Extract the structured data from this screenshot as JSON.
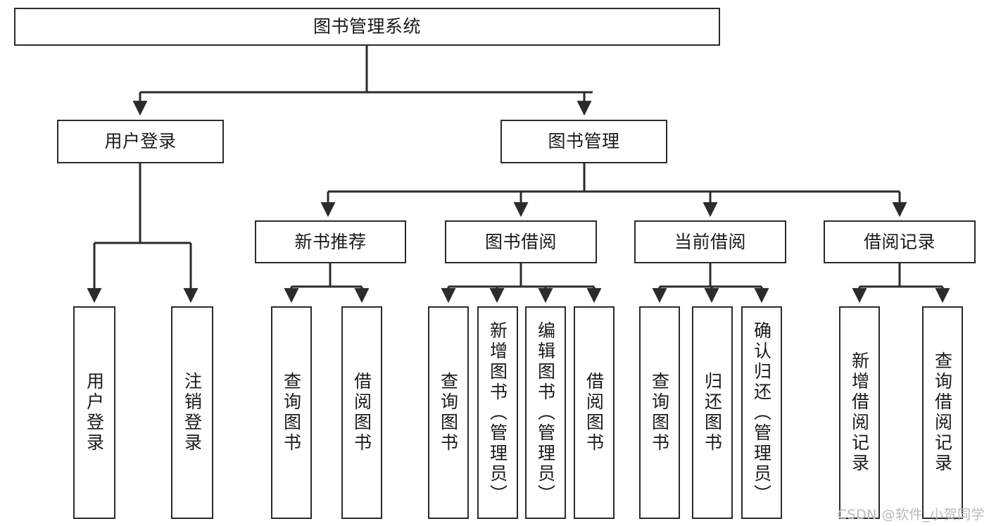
{
  "diagram": {
    "title": "图书管理系统",
    "type": "tree-hierarchy",
    "watermark": "CSDN @软件_小贺同学",
    "colors": {
      "box_border": "#2b2b2b",
      "box_fill": "#ffffff",
      "connector": "#2b2b2b",
      "text": "#1a1a1a",
      "watermark": "#b9b9b9",
      "background": "#ffffff"
    }
  },
  "nodes": {
    "root": {
      "label": "图书管理系统"
    },
    "level2": [
      {
        "id": "user-login",
        "label": "用户登录"
      },
      {
        "id": "book-manage",
        "label": "图书管理"
      }
    ],
    "level3": [
      {
        "id": "new-book-recommend",
        "label": "新书推荐"
      },
      {
        "id": "book-borrow",
        "label": "图书借阅"
      },
      {
        "id": "current-borrow",
        "label": "当前借阅"
      },
      {
        "id": "borrow-record",
        "label": "借阅记录"
      }
    ],
    "leaves": [
      {
        "id": "leaf-user-login",
        "label": "用户登录",
        "parent": "user-login"
      },
      {
        "id": "leaf-user-logout",
        "label": "注销登录",
        "parent": "user-login"
      },
      {
        "id": "leaf-query-book-1",
        "label": "查询图书",
        "parent": "new-book-recommend"
      },
      {
        "id": "leaf-borrow-book-1",
        "label": "借阅图书",
        "parent": "new-book-recommend"
      },
      {
        "id": "leaf-query-book-2",
        "label": "查询图书",
        "parent": "book-borrow"
      },
      {
        "id": "leaf-add-book",
        "label": "新增图书（管理员）",
        "parent": "book-borrow"
      },
      {
        "id": "leaf-edit-book",
        "label": "编辑图书（管理员）",
        "parent": "book-borrow"
      },
      {
        "id": "leaf-borrow-book-2",
        "label": "借阅图书",
        "parent": "book-borrow"
      },
      {
        "id": "leaf-query-book-3",
        "label": "查询图书",
        "parent": "current-borrow"
      },
      {
        "id": "leaf-return-book",
        "label": "归还图书",
        "parent": "current-borrow"
      },
      {
        "id": "leaf-confirm-return",
        "label": "确认归还（管理员）",
        "parent": "current-borrow"
      },
      {
        "id": "leaf-add-record",
        "label": "新增借阅记录",
        "parent": "borrow-record"
      },
      {
        "id": "leaf-query-record",
        "label": "查询借阅记录",
        "parent": "borrow-record"
      }
    ]
  }
}
